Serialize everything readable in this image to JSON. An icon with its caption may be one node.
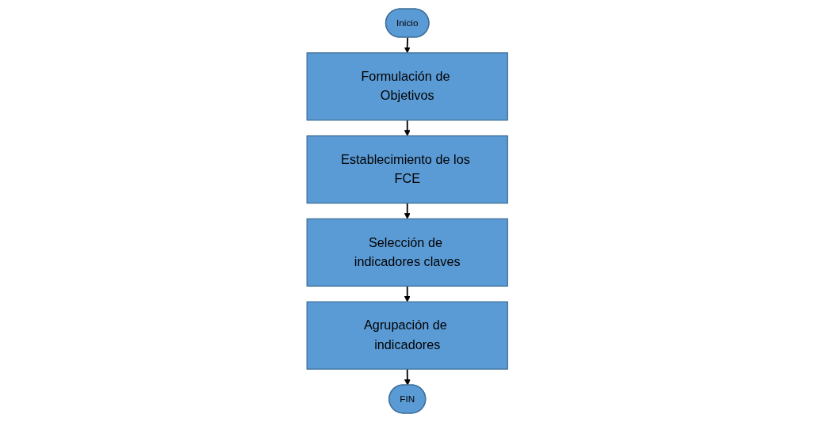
{
  "diagram": {
    "nodes": [
      {
        "text": [
          "Inicio"
        ]
      },
      {
        "text": [
          "Formulación de Objetivos"
        ]
      },
      {
        "text": [
          "Establecimiento de los FCE"
        ]
      },
      {
        "text": [
          "Selección de indicadores claves"
        ]
      },
      {
        "text": [
          "Agrupación de indicadores"
        ]
      },
      {
        "text": [
          "FIN"
        ]
      }
    ],
    "edges": [
      {
        "from": 0,
        "to": 1,
        "arrow": "to"
      },
      {
        "from": 1,
        "to": 2,
        "arrow": "to"
      },
      {
        "from": 2,
        "to": 3,
        "arrow": "to"
      },
      {
        "from": 3,
        "to": 4,
        "arrow": "to"
      },
      {
        "from": 4,
        "to": 5,
        "arrow": "to"
      }
    ]
  }
}
